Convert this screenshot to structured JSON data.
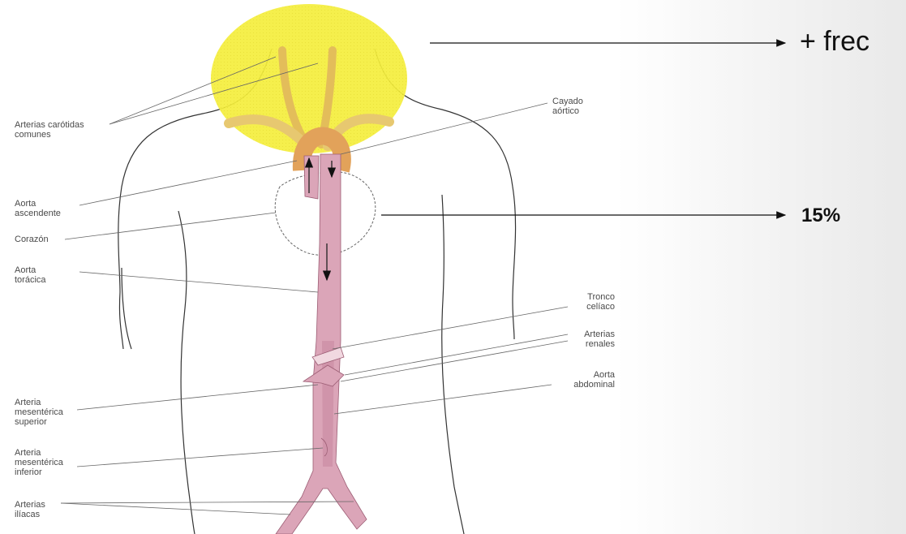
{
  "annotations": {
    "top": "+ frec",
    "middle": "15%"
  },
  "labels": {
    "carotidas": "Arterias carótidas\ncomunes",
    "cayado": "Cayado\naórtico",
    "aorta_ascendente": "Aorta\nascendente",
    "corazon": "Corazón",
    "aorta_toracica": "Aorta\ntorácica",
    "tronco_celiaco": "Tronco\ncelíaco",
    "arterias_renales": "Arterias\nrenales",
    "aorta_abdominal": "Aorta\nabdominal",
    "mesenterica_superior": "Arteria\nmesentérica\nsuperior",
    "mesenterica_inferior": "Arteria\nmesentérica\ninferior",
    "arterias_iliacas": "Arterias\nilíacas"
  },
  "colors": {
    "highlight": "#f4ee3c",
    "aorta_fill": "#dba5b8",
    "aorta_shade": "#c7869e",
    "body_outline": "#333333",
    "leader_line": "#666666"
  }
}
